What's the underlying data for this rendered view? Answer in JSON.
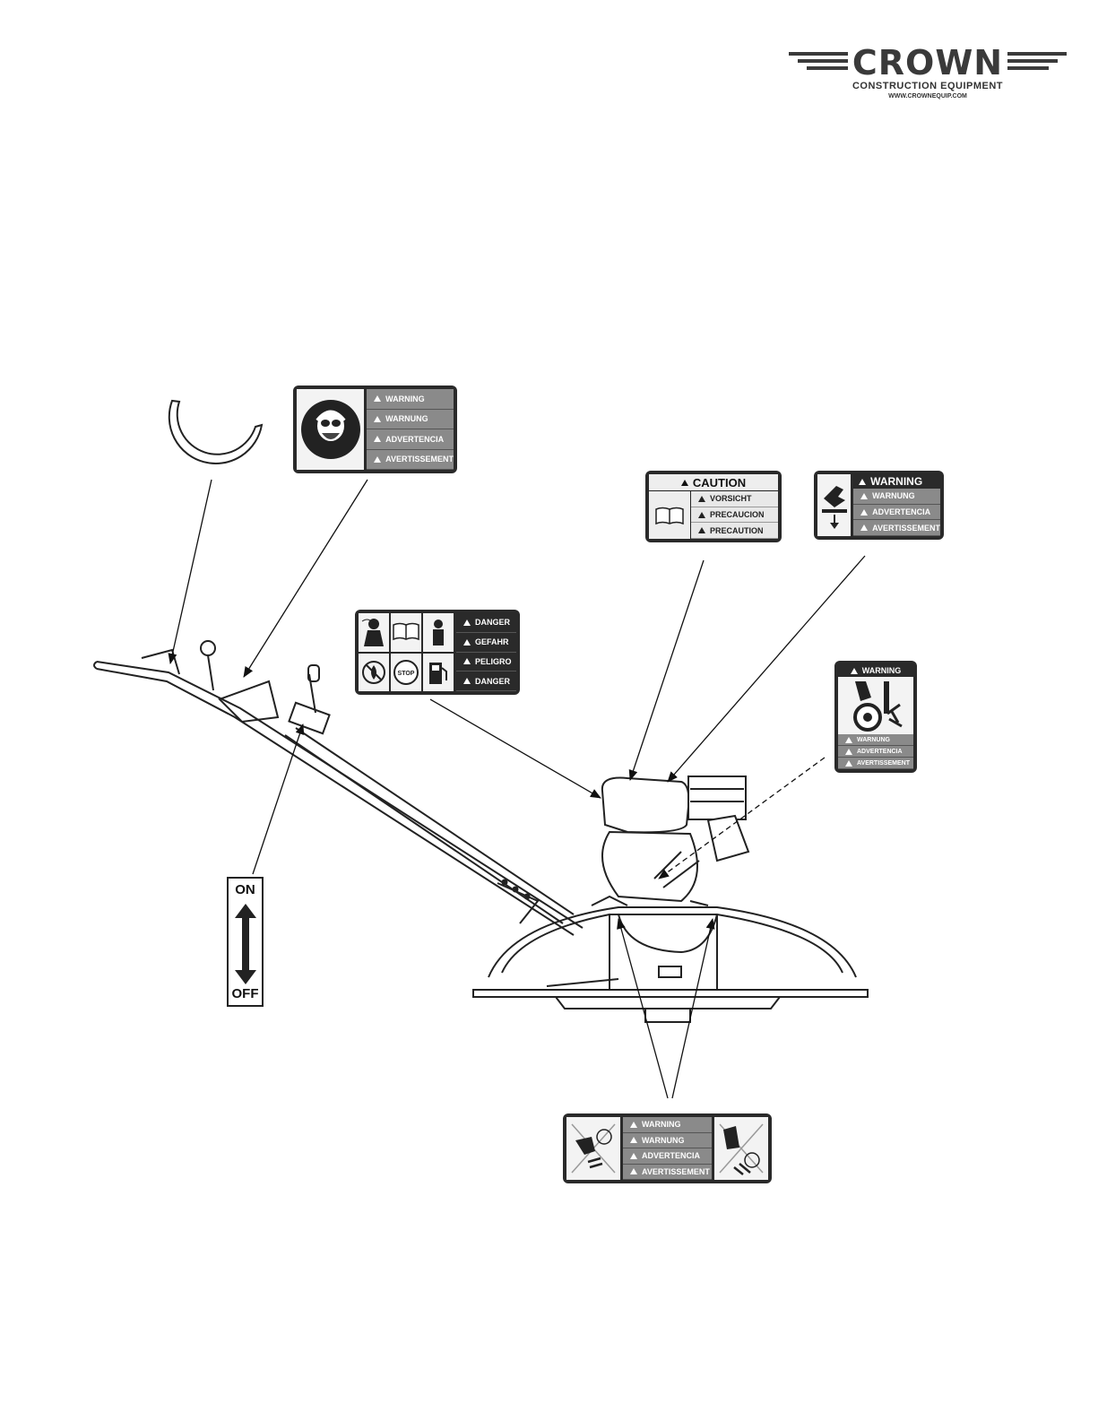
{
  "logo": {
    "brand": "CROWN",
    "line1": "CONSTRUCTION EQUIPMENT",
    "line2": "WWW.CROWNEQUIP.COM"
  },
  "decals": {
    "respirator": {
      "icon": "respirator-mask-icon",
      "labels": [
        "WARNING",
        "WARNUNG",
        "ADVERTENCIA",
        "AVERTISSEMENT"
      ]
    },
    "caution_manual": {
      "icon": "open-book-icon",
      "header": "CAUTION",
      "labels": [
        "VORSICHT",
        "PRECAUCION",
        "PRECAUTION"
      ]
    },
    "hand_crush": {
      "icon": "hand-crush-icon",
      "header": "WARNING",
      "labels": [
        "WARNUNG",
        "ADVERTENCIA",
        "AVERTISSEMENT"
      ]
    },
    "danger_fuel": {
      "icons": [
        "operator-fumes-icon",
        "open-book-icon",
        "no-flame-icon",
        "stop-engine-icon",
        "fuel-pump-icon"
      ],
      "labels": [
        "DANGER",
        "GEFAHR",
        "PELIGRO",
        "DANGER"
      ],
      "stop_text": "STOP"
    },
    "belt_entangle": {
      "icon": "belt-entanglement-icon",
      "header": "WARNING",
      "labels": [
        "WARNUNG",
        "ADVERTENCIA",
        "AVERTISSEMENT"
      ]
    },
    "blade_rotation": {
      "icons": [
        "foot-blade-icon",
        "hand-blade-icon"
      ],
      "labels": [
        "WARNING",
        "WARNUNG",
        "ADVERTENCIA",
        "AVERTISSEMENT"
      ]
    },
    "switch": {
      "on": "ON",
      "off": "OFF"
    }
  }
}
